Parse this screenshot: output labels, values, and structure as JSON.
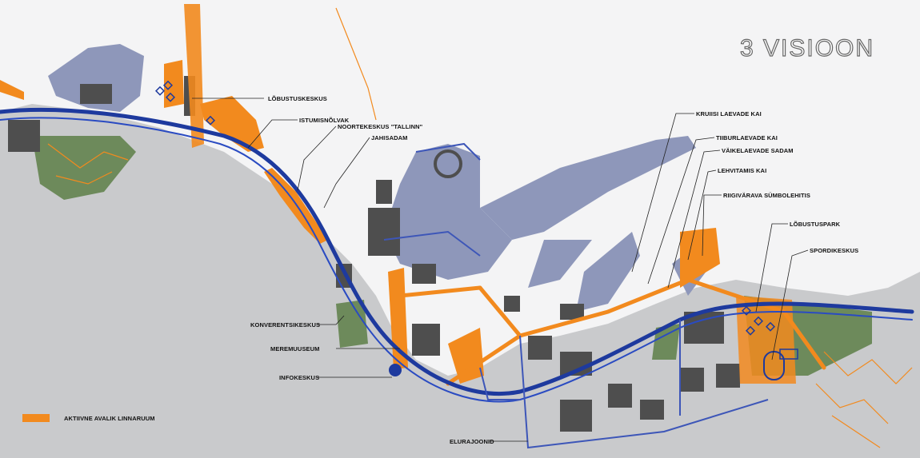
{
  "title": "3   VISIOON",
  "legend": {
    "label": "AKTIIVNE AVALIK LINNARUUM",
    "color": "#f28a1e"
  },
  "colors": {
    "sea": "#e4e5e8",
    "land": "#c8c9cb",
    "port": "#8c95b8",
    "building": "#4d4d4d",
    "park": "#6c8a5a",
    "road": "#1e3a9e",
    "public_space": "#f28a1e"
  },
  "labels": {
    "lobustuskeskus": "LÕBUSTUSKESKUS",
    "istumisnolvak": "ISTUMISNÕLVAK",
    "noortekeskus": "NOORTEKESKUS \"TALLINN\"",
    "jahisadam": "JAHISADAM",
    "konverentsikeskus": "KONVERENTSIKESKUS",
    "meremuuseum": "MEREMUUSEUM",
    "infokeskus": "INFOKESKUS",
    "elurajoonid": "ELURAJOONID",
    "kruiisi": "KRUIISI LAEVADE KAI",
    "tiiburlaevade": "TIIBURLAEVADE KAI",
    "vaikelaevade": "VÄIKELAEVADE SADAM",
    "lehvitamis": "LEHVITAMIS KAI",
    "riigivarava": "RIIGIVÄRAVA SÜMBOLEHITIS",
    "lobustuspark": "LÕBUSTUSPARK",
    "spordikeskus": "SPORDIKESKUS"
  }
}
